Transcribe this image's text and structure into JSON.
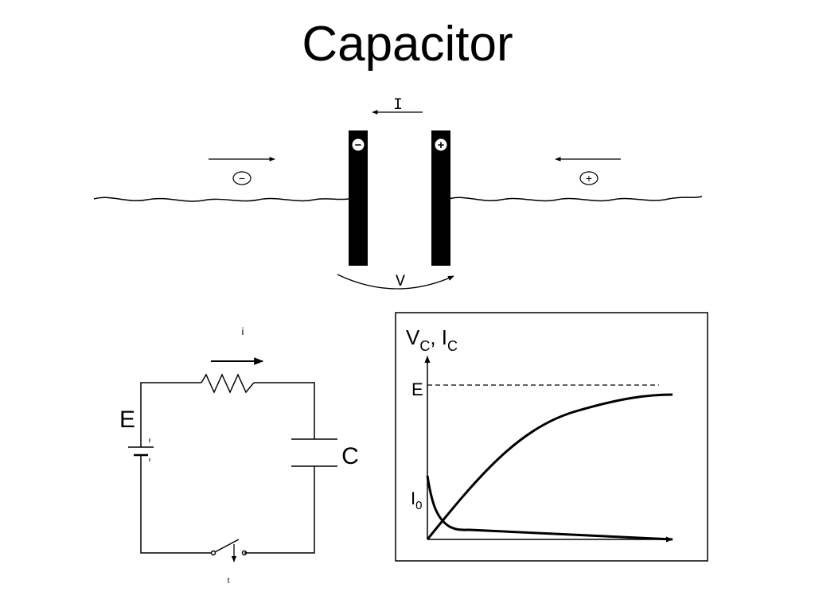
{
  "slide": {
    "title": "Capacitor"
  },
  "plates_diagram": {
    "current_label": "I",
    "voltage_label": "V",
    "left_plate_sign": "−",
    "right_plate_sign": "+",
    "left_charge": "−",
    "right_charge": "+"
  },
  "circuit": {
    "source_label": "E",
    "capacitor_label": "C",
    "current_label": "i",
    "switch_label": "t"
  },
  "graph": {
    "axis_title_v": "V",
    "axis_title_v_sub": "C",
    "axis_title_sep": ", ",
    "axis_title_i": "I",
    "axis_title_i_sub": "C",
    "e_level_label": "E",
    "i0_label": "I",
    "i0_sub": "0"
  },
  "colors": {
    "ink": "#000000",
    "background": "#ffffff"
  }
}
